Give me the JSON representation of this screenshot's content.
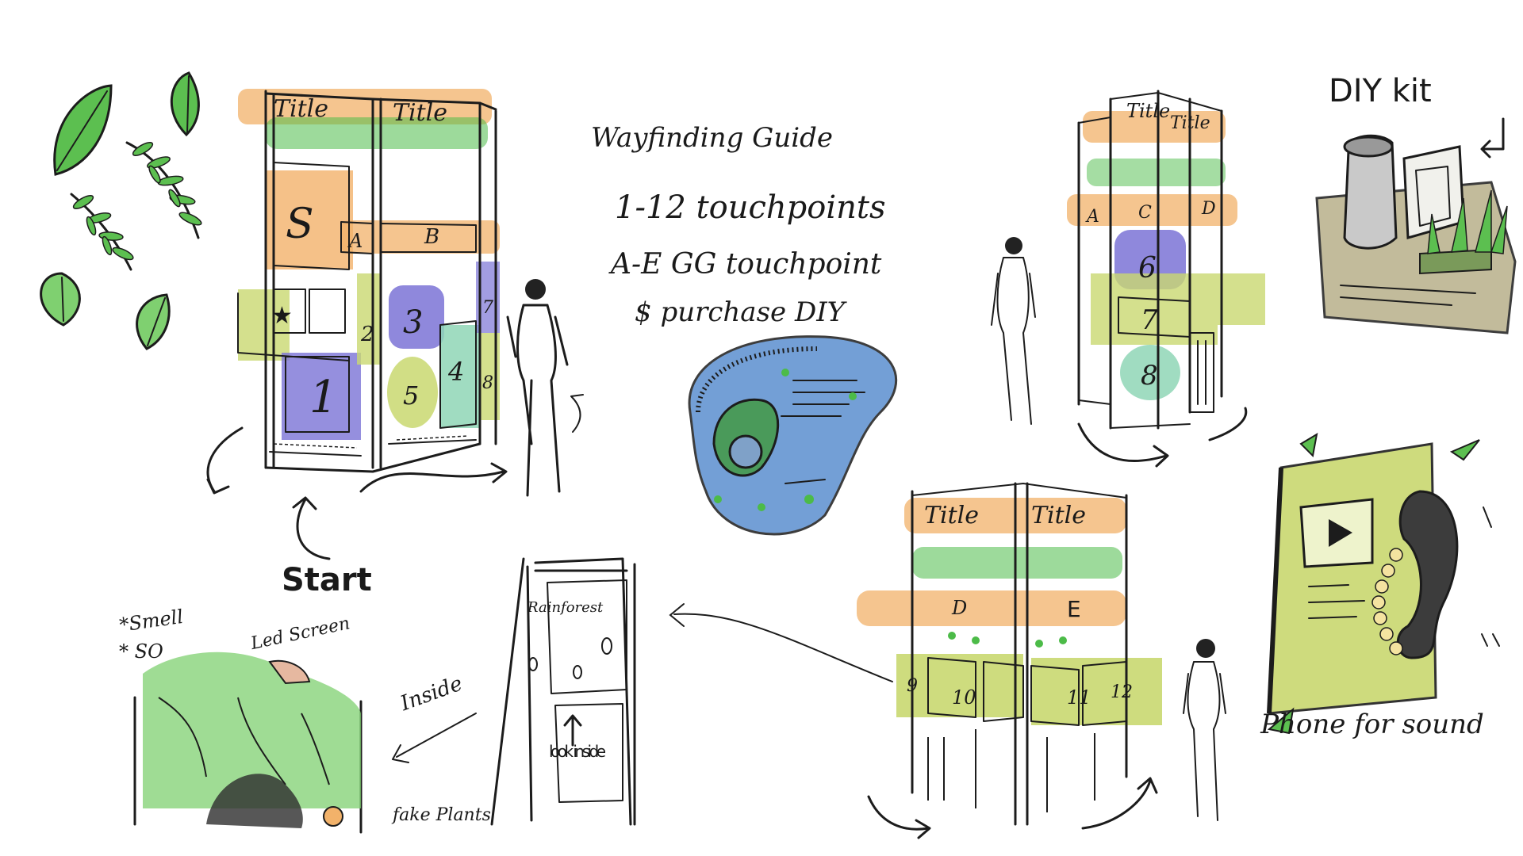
{
  "legend": {
    "wayfinding": "Wayfinding Guide",
    "touchpoints": "1-12 touchpoints",
    "egg": "A-E GG touchpoint",
    "purchase": "$ purchase DIY"
  },
  "tower1": {
    "title_left": "Title",
    "title_right": "Title",
    "letter_s": "S",
    "letter_a": "A",
    "letter_b": "B",
    "star": "★",
    "n1": "1",
    "n2": "2",
    "n3": "3",
    "n4": "4",
    "n5": "5",
    "n7": "7",
    "n8": "8"
  },
  "start_label": "Start",
  "inside_panel": {
    "note_smell": "*Smell",
    "note_so": "* SO",
    "led_screen": "Led Screen",
    "fake_plants": "fake Plants"
  },
  "inside_label": "Inside",
  "rainforest_sign": {
    "title": "Rainforest",
    "look_inside": "look inside"
  },
  "tower2": {
    "title_left": "Title",
    "title_right": "Title",
    "letter_a": "A",
    "letter_c": "C",
    "letter_d": "D",
    "n6": "6",
    "n7": "7",
    "n8": "8"
  },
  "tower3": {
    "title_left": "Title",
    "title_right": "Title",
    "letter_d": "D",
    "letter_e": "E",
    "n9": "9",
    "n10": "10",
    "n11": "11",
    "n12": "12"
  },
  "diy_kit_label": "DIY kit",
  "phone_label": "Phone for sound",
  "colors": {
    "orange": "#f2b26a",
    "purple": "#7b73d6",
    "green": "#4cbb48",
    "lightgreen": "#9bd88f",
    "yellowgreen": "#c9d870",
    "teal": "#8fd6b6",
    "blue": "#5b8fd0",
    "olive": "#b8b08a"
  }
}
